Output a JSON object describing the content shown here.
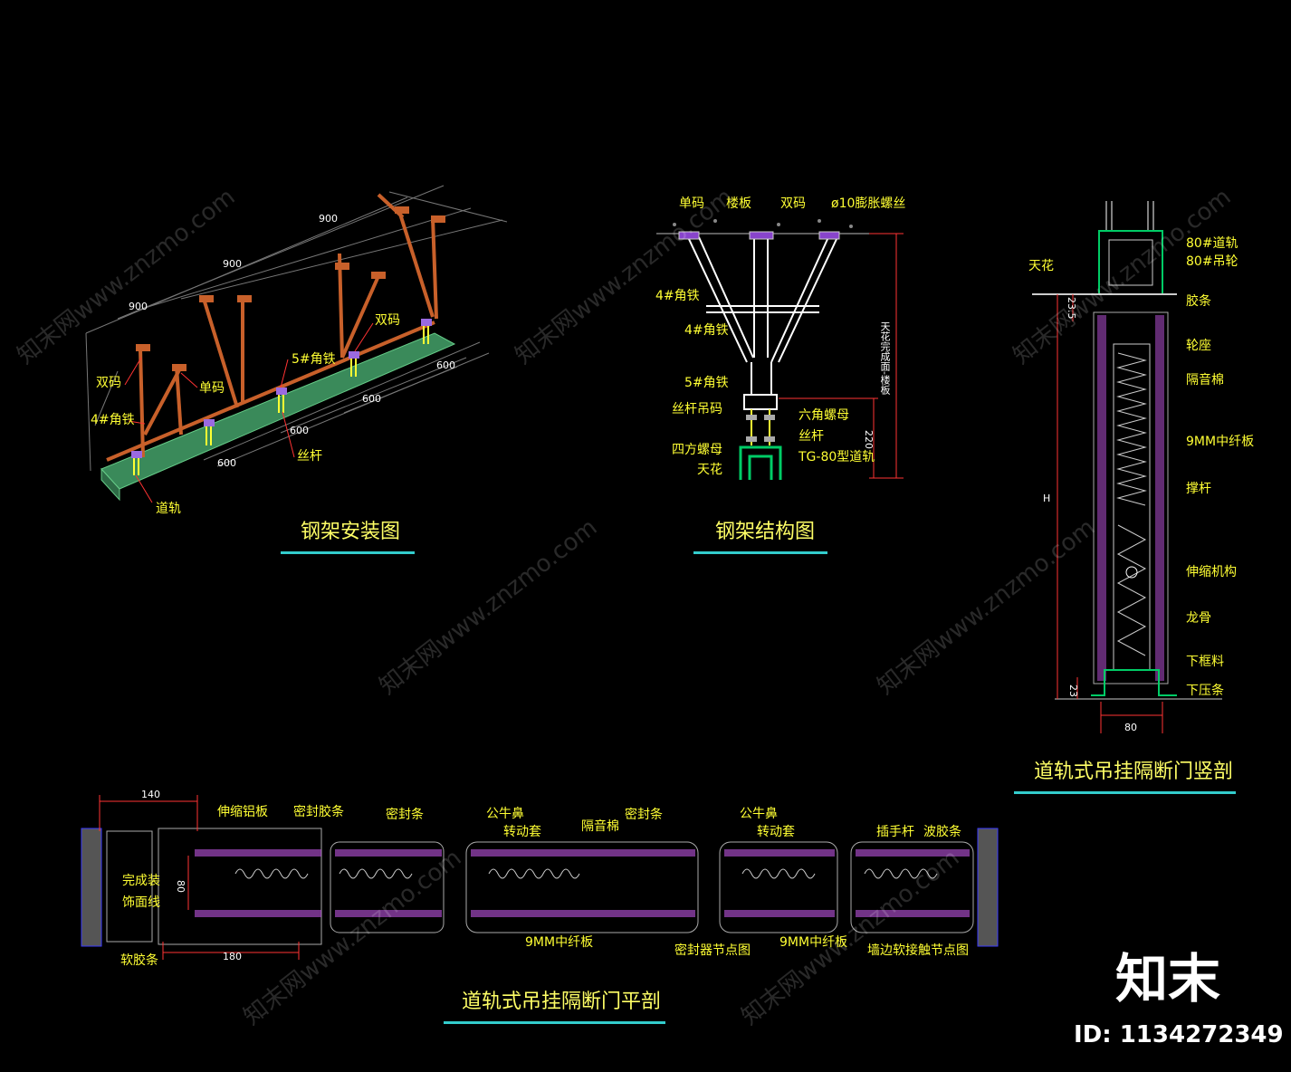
{
  "colors": {
    "background": "#000000",
    "steel": "#c8602a",
    "rail": "#3a8a5a",
    "label": "#ffff33",
    "dimension": "#ffffff",
    "title_underline": "#33cccc",
    "insulation": "#b04fd0",
    "ceiling": "#00cc66"
  },
  "drawing1": {
    "title": "钢架安装图",
    "labels": {
      "double_code_1": "双码",
      "double_code_2": "双码",
      "single_code": "单码",
      "angle_4": "4#角铁",
      "angle_5": "5#角铁",
      "rod": "丝杆",
      "rail": "道轨"
    },
    "dims": {
      "d900_a": "900",
      "d900_b": "900",
      "d900_c": "900",
      "d600_a": "600",
      "d600_b": "600",
      "d600_c": "600",
      "d600_d": "600"
    }
  },
  "drawing2": {
    "title": "钢架结构图",
    "labels": {
      "single_code": "单码",
      "floor_slab": "楼板",
      "double_code": "双码",
      "expansion_bolt": "ø10膨胀螺丝",
      "angle_4a": "4#角铁",
      "angle_4b": "4#角铁",
      "angle_5": "5#角铁",
      "rod_hanger": "丝杆吊码",
      "hex_nut": "六角螺母",
      "rod": "丝杆",
      "square_nut": "四方螺母",
      "tg_rail": "TG-80型道轨",
      "ceiling": "天花",
      "ceiling_height": "天花完成面-楼板",
      "dim_220": "220"
    }
  },
  "drawing3": {
    "title": "道轨式吊挂隔断门竖剖",
    "labels": {
      "rail80": "80#道轨",
      "hanger80": "80#吊轮",
      "ceiling": "天花",
      "glue": "胶条",
      "wheel_seat": "轮座",
      "insulation": "隔音棉",
      "mdf": "9MM中纤板",
      "brace": "撑杆",
      "telescopic": "伸缩机构",
      "keel": "龙骨",
      "bottom_frame": "下框料",
      "bottom_strip": "下压条",
      "dim_23_5": "23.5",
      "dim_H": "H",
      "dim_23": "23",
      "dim_80": "80"
    }
  },
  "drawing4": {
    "title": "道轨式吊挂隔断门平剖",
    "labels": {
      "dim_140": "140",
      "telescopic_plate": "伸缩铝板",
      "seal_glue": "密封胶条",
      "seal_strip_1": "密封条",
      "male_nose_1": "公牛鼻",
      "rotate_sleeve_1": "转动套",
      "insulation": "隔音棉",
      "seal_strip_2": "密封条",
      "male_nose_2": "公牛鼻",
      "rotate_sleeve_2": "转动套",
      "handle_rod": "插手杆",
      "wave_glue": "波胶条",
      "finish_1": "完成装",
      "finish_2": "饰面线",
      "dim_80": "80",
      "soft_glue": "软胶条",
      "dim_180": "180",
      "mdf_1": "9MM中纤板",
      "seal_node": "密封器节点图",
      "mdf_2": "9MM中纤板",
      "wall_node": "墙边软接触节点图"
    }
  },
  "watermark": {
    "text": "知末网www.znzmo.com"
  },
  "brand": {
    "logo": "知末",
    "id": "ID: 1134272349"
  }
}
